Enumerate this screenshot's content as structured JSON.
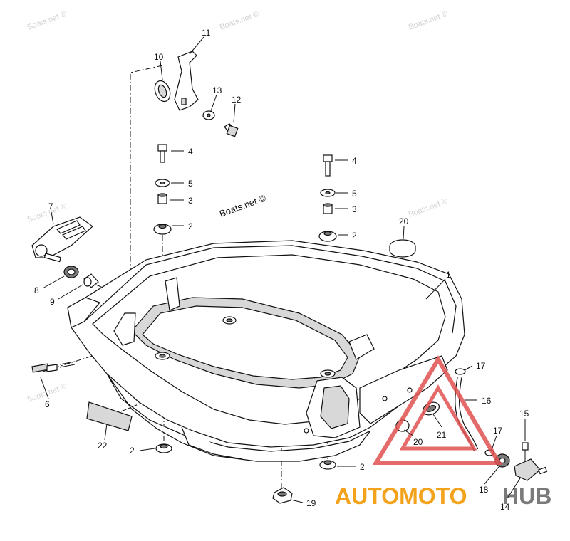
{
  "watermark": {
    "text": "Boats.net ©"
  },
  "logo": {
    "part1": "AUTOMOTO",
    "part2": "HUB",
    "color_orange": "#f3a21c",
    "color_gray": "#7a7a7a",
    "triangle_color": "#e05050"
  },
  "callouts": {
    "c1": "1",
    "c2a": "2",
    "c2b": "2",
    "c2c": "2",
    "c2d": "2",
    "c3a": "3",
    "c3b": "3",
    "c4a": "4",
    "c4b": "4",
    "c5a": "5",
    "c5b": "5",
    "c6": "6",
    "c7": "7",
    "c8": "8",
    "c9": "9",
    "c10": "10",
    "c11": "11",
    "c12": "12",
    "c13": "13",
    "c14": "14",
    "c15": "15",
    "c16": "16",
    "c17a": "17",
    "c17b": "17",
    "c18": "18",
    "c19": "19",
    "c20a": "20",
    "c20b": "20",
    "c21": "21",
    "c22": "22"
  }
}
